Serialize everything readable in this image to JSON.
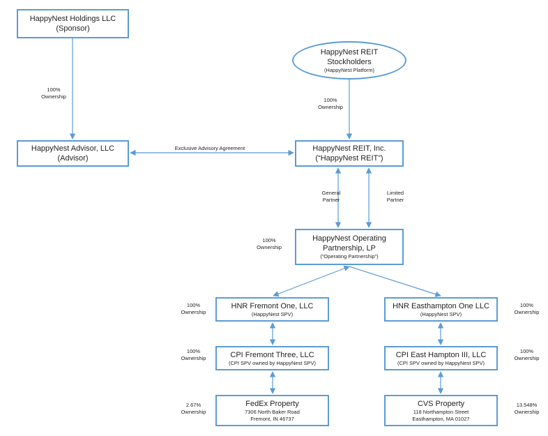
{
  "nodes": {
    "holdings": {
      "lines": [
        "HappyNest Holdings LLC",
        "(Sponsor)"
      ]
    },
    "stockholders": {
      "lines": [
        "HappyNest REIT",
        "Stockholders"
      ],
      "sub": [
        "(HappyNest Platform)"
      ]
    },
    "advisor": {
      "lines": [
        "HappyNest Advisor, LLC",
        "(Advisor)"
      ]
    },
    "reit": {
      "lines": [
        "HappyNest REIT, Inc.",
        "(“HappyNest REIT”)"
      ]
    },
    "op": {
      "lines": [
        "HappyNest Operating",
        "Partnership, LP"
      ],
      "sub": [
        "(“Operating Partnership”)"
      ]
    },
    "fremont1": {
      "lines": [
        "HNR Fremont One, LLC"
      ],
      "sub": [
        "(HappyNest SPV)"
      ]
    },
    "easthampton1": {
      "lines": [
        "HNR Easthampton One LLC"
      ],
      "sub": [
        "(HappyNest SPV)"
      ]
    },
    "fremont3": {
      "lines": [
        "CPI Fremont Three, LLC"
      ],
      "sub": [
        "(CPI SPV owned by HappyNest SPV)"
      ]
    },
    "easthampton3": {
      "lines": [
        "CPI East Hampton III, LLC"
      ],
      "sub": [
        "(CPI SPV owned by HappyNest SPV)"
      ]
    },
    "fedex": {
      "lines": [
        "FedEx Property"
      ],
      "sub": [
        "7306 North Baker Road",
        "Fremont, IN 46737"
      ]
    },
    "cvs": {
      "lines": [
        "CVS Property"
      ],
      "sub": [
        "118 Northampton Street",
        "Easthampton, MA 01027"
      ]
    }
  },
  "labels": {
    "holdings_own": [
      "100%",
      "Ownership"
    ],
    "stock_own": [
      "100%",
      "Ownership"
    ],
    "advisory": [
      "Exclusive Advisory Agreement"
    ],
    "gp": [
      "General",
      "Partner"
    ],
    "lp": [
      "Limited",
      "Partner"
    ],
    "op_own": [
      "100%",
      "Ownership"
    ],
    "fremont1_own": [
      "100%",
      "Ownership"
    ],
    "easthampton1_own": [
      "100%",
      "Ownership"
    ],
    "fremont3_own": [
      "100%",
      "Ownership"
    ],
    "easthampton3_own": [
      "100%",
      "Ownership"
    ],
    "fedex_own": [
      "2.67%",
      "Ownership"
    ],
    "cvs_own": [
      "13.548%",
      "Ownership"
    ]
  },
  "colors": {
    "box_border": "#5b9bd5",
    "connector": "#5b9bd5"
  }
}
